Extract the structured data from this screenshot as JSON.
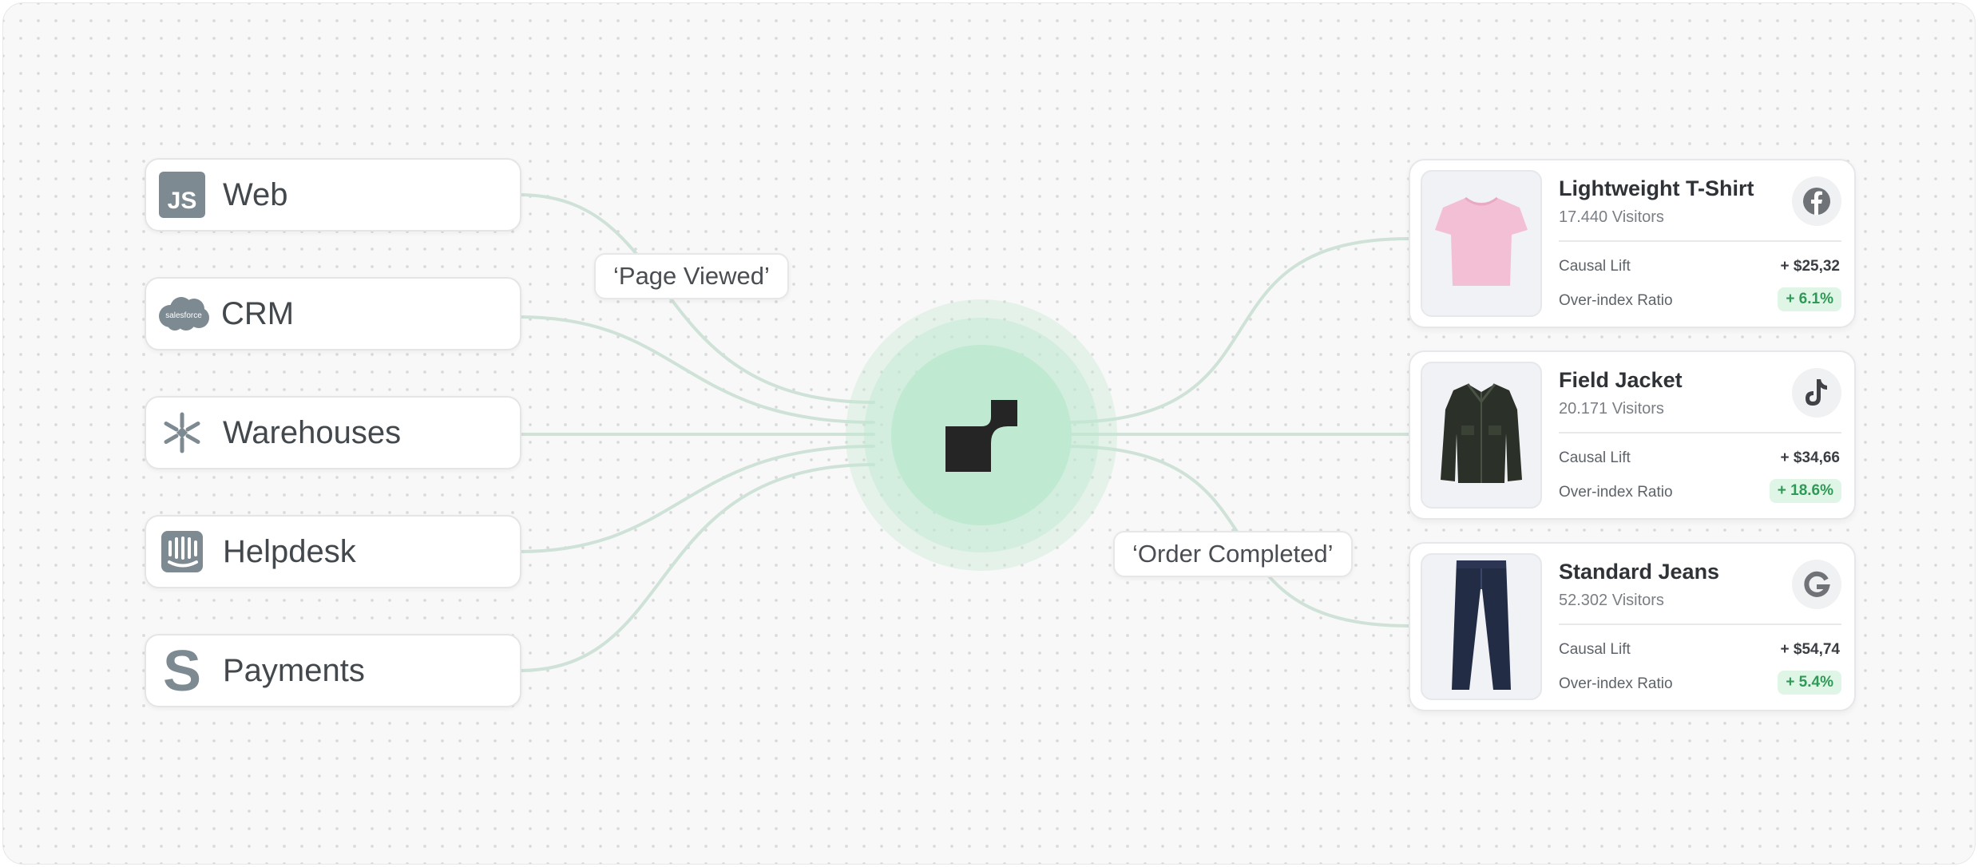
{
  "sources": [
    {
      "label": "Web",
      "icon": "javascript-icon"
    },
    {
      "label": "CRM",
      "icon": "salesforce-icon",
      "icon_text": "salesforce"
    },
    {
      "label": "Warehouses",
      "icon": "snowflake-icon"
    },
    {
      "label": "Helpdesk",
      "icon": "intercom-icon"
    },
    {
      "label": "Payments",
      "icon": "stripe-icon"
    }
  ],
  "events": {
    "page_viewed": "‘Page Viewed’",
    "order_completed": "‘Order Completed’"
  },
  "hub": {
    "icon": "hub-logo-icon"
  },
  "products": [
    {
      "name": "Lightweight T-Shirt",
      "visitors": "17.440 Visitors",
      "channel_icon": "facebook-icon",
      "image_icon": "tshirt-icon",
      "causal_lift_label": "Causal Lift",
      "causal_lift": "+ $25,32",
      "ratio_label": "Over-index Ratio",
      "ratio": "+ 6.1%"
    },
    {
      "name": "Field Jacket",
      "visitors": "20.171 Visitors",
      "channel_icon": "tiktok-icon",
      "image_icon": "jacket-icon",
      "causal_lift_label": "Causal Lift",
      "causal_lift": "+ $34,66",
      "ratio_label": "Over-index Ratio",
      "ratio": "+ 18.6%"
    },
    {
      "name": "Standard Jeans",
      "visitors": "52.302 Visitors",
      "channel_icon": "google-icon",
      "image_icon": "jeans-icon",
      "causal_lift_label": "Causal Lift",
      "causal_lift": "+ $54,74",
      "ratio_label": "Over-index Ratio",
      "ratio": "+ 5.4%"
    }
  ],
  "colors": {
    "connector": "#cfe2d8",
    "hub": "#bfe9d0",
    "icon_gray": "#7d8a92",
    "badge_bg": "#dff5e6",
    "badge_text": "#2f9a57"
  }
}
